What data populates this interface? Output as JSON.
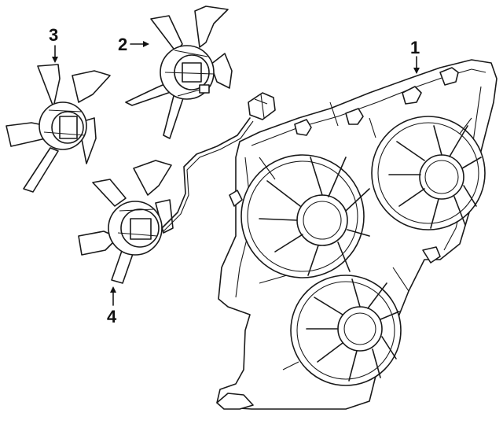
{
  "diagram": {
    "callouts": [
      {
        "id": "1",
        "label": "1",
        "part": "shroud"
      },
      {
        "id": "2",
        "label": "2",
        "part": "fan-blade-upper"
      },
      {
        "id": "3",
        "label": "3",
        "part": "fan-blade-left"
      },
      {
        "id": "4",
        "label": "4",
        "part": "fan-motor"
      }
    ],
    "colors": {
      "line": "#1a1a1a",
      "background": "#ffffff"
    }
  }
}
